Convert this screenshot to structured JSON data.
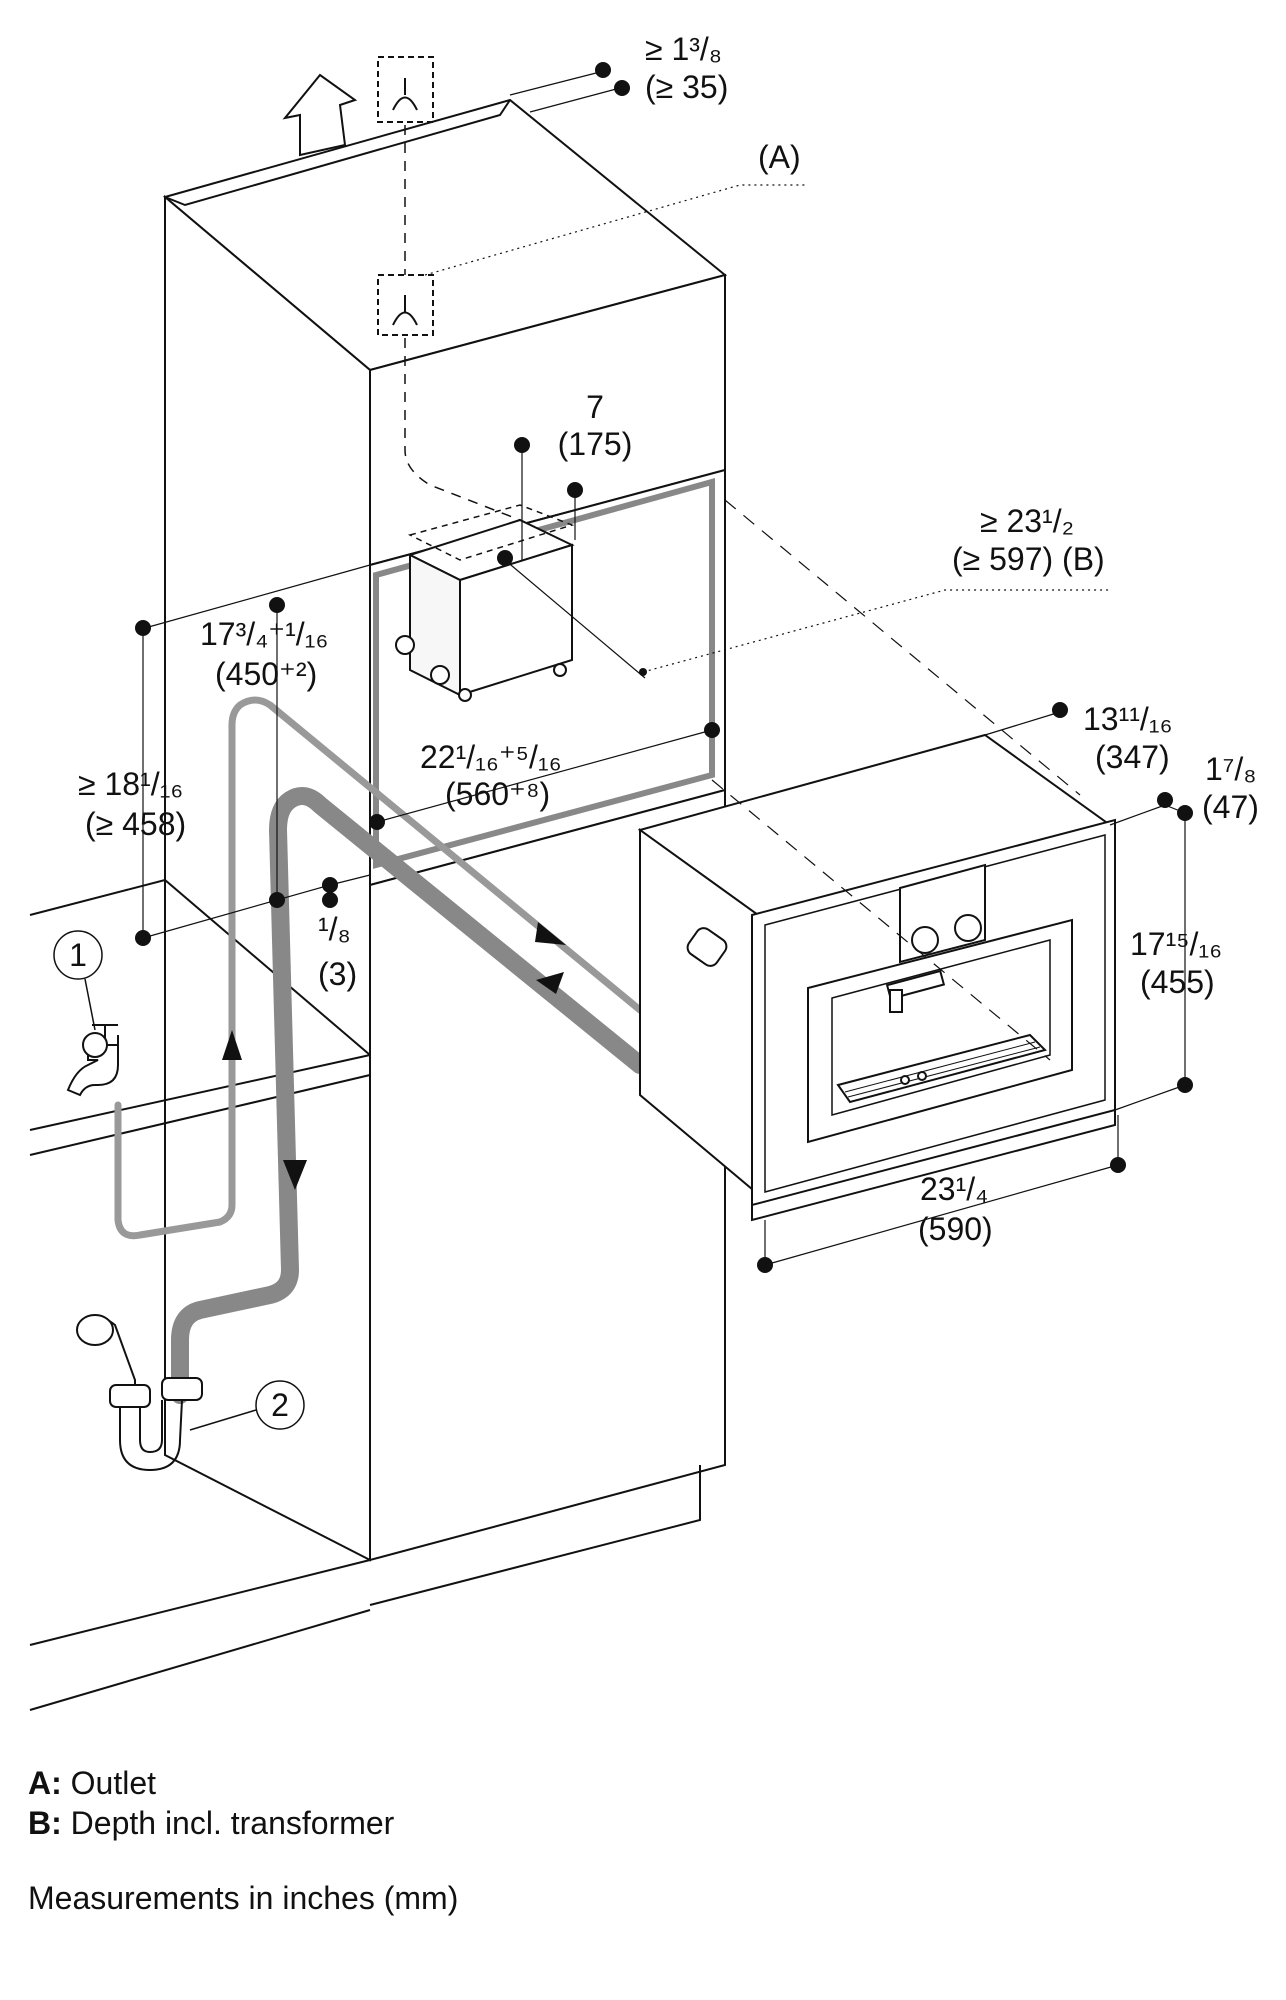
{
  "labels": {
    "a_marker": "(A)",
    "clearance_top": "≥ 1³/₈",
    "clearance_top_mm": "(≥ 35)",
    "d7": "7",
    "d7_mm": "(175)",
    "d23_in": "≥ 23¹/₂",
    "d23_mm": "(≥ 597) (B)",
    "d17_in": "17³/₄⁺¹/₁₆",
    "d17_mm": "(450⁺²)",
    "d18_in": "≥ 18¹/₁₆",
    "d18_mm": "(≥ 458)",
    "d22_in": "22¹/₁₆⁺⁵/₁₆",
    "d22_mm": "(560⁺⁸)",
    "d13_in": "13¹¹/₁₆",
    "d13_mm": "(347)",
    "d17_8_in": "1⁷/₈",
    "d17_8_mm": "(47)",
    "d1_8_in": "¹/₈",
    "d1_8_mm": "(3)",
    "d17_15_in": "17¹⁵/₁₆",
    "d17_15_mm": "(455)",
    "d23_4_in": "23¹/₄",
    "d23_4_mm": "(590)",
    "callout_1": "1",
    "callout_2": "2"
  },
  "legend": {
    "a_key": "A:",
    "a_text": "Outlet",
    "b_key": "B:",
    "b_text": "Depth incl. transformer",
    "note": "Measurements in inches (mm)"
  }
}
